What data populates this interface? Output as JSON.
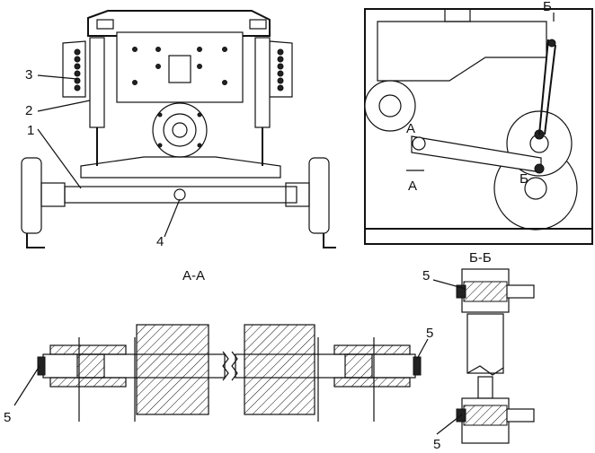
{
  "callouts": {
    "front_view": [
      "1",
      "2",
      "3",
      "4"
    ],
    "section_aa": [
      "5",
      "5"
    ],
    "section_bb": [
      "5",
      "5"
    ]
  },
  "section_labels": {
    "aa": "А-А",
    "bb": "Б-Б",
    "mark_a_top": "А",
    "mark_a_bottom": "А",
    "mark_b_top": "Б",
    "mark_b_bottom": "Б"
  }
}
